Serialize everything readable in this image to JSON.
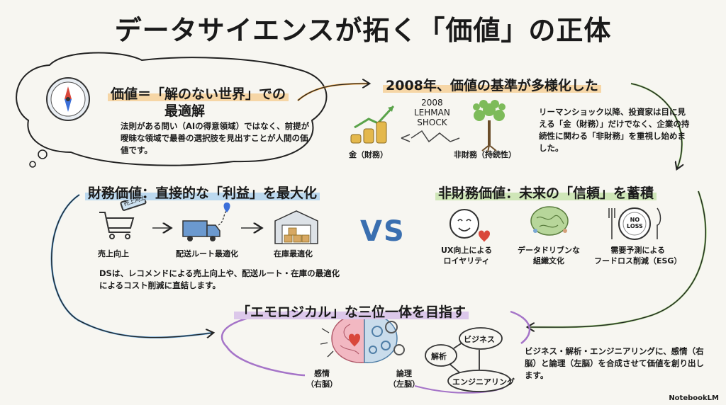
{
  "title": "データサイエンスが拓く「価値」の正体",
  "accent": {
    "orange": "#f0a94a",
    "green": "#8cc26b",
    "blue": "#5b9fd6",
    "purple": "#a574c8"
  },
  "section_optimal": {
    "heading_line1": "価値＝「解のない世界」での",
    "heading_line2": "最適解",
    "body": "法則がある問い（AIの得意領域）ではなく、前提が曖昧な領域で最善の選択肢を見出すことが人間の価値です。",
    "icon": "compass-icon"
  },
  "section_2008": {
    "heading": "2008年、価値の基準が多様化した",
    "shock_label": "2008\nLEHMAN\nSHOCK",
    "money_label": "金（財務）",
    "tree_label": "非財務（持続性）",
    "body": "リーマンショック以降、投資家は目に見える「金（財務）」だけでなく、企業の持続性に関わる「非財務」を重視し始めました。"
  },
  "section_financial": {
    "heading": "財務価値：直接的な「利益」を最大化",
    "cart_tag": "売上向上",
    "items": [
      {
        "label": "売上向上",
        "icon": "shopping-cart-icon"
      },
      {
        "label": "配送ルート最適化",
        "icon": "delivery-truck-icon"
      },
      {
        "label": "在庫最適化",
        "icon": "warehouse-icon"
      }
    ],
    "body": "DSは、レコメンドによる売上向上や、配送ルート・在庫の最適化によるコスト削減に直結します。"
  },
  "vs_label": "VS",
  "section_nonfinancial": {
    "heading": "非財務価値：未来の「信頼」を蓄積",
    "no_loss_text": "NO\nLOSS",
    "items": [
      {
        "label": "UX向上による\nロイヤリティ",
        "icon": "smile-heart-icon"
      },
      {
        "label": "データドリブンな\n組織文化",
        "icon": "brain-icon"
      },
      {
        "label": "需要予測による\nフードロス削減（ESG）",
        "icon": "no-loss-plate-icon"
      }
    ]
  },
  "section_emological": {
    "heading": "「エモロジカル」な三位一体を目指す",
    "emotion_label": "感情\n（右脳）",
    "logic_label": "論理\n（左脳）",
    "nodes": [
      "ビジネス",
      "解析",
      "エンジニアリング"
    ],
    "body": "ビジネス・解析・エンジニアリングに、感情（右脳）と論理（左脳）を合成させて価値を創り出します。"
  },
  "brand": "NotebookLM"
}
